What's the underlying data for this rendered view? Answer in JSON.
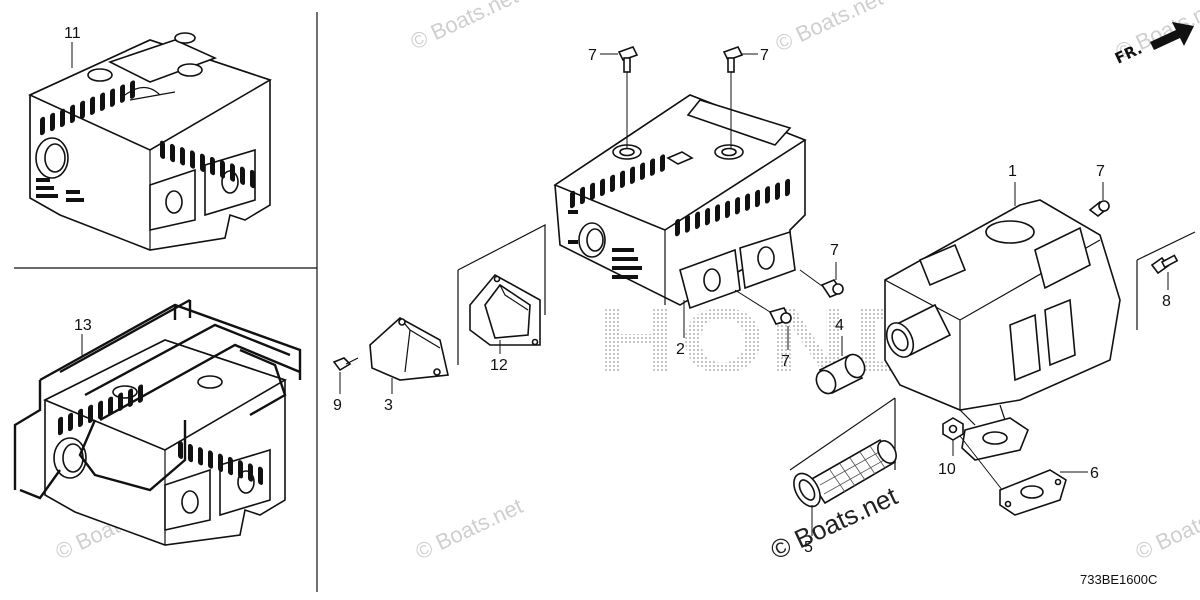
{
  "callouts": {
    "c11": "11",
    "c13": "13",
    "c9": "9",
    "c3": "3",
    "c12": "12",
    "c2": "2",
    "c7a": "7",
    "c7b": "7",
    "c7c": "7",
    "c7d": "7",
    "c7e": "7",
    "c4": "4",
    "c1": "1",
    "c8": "8",
    "c10": "10",
    "c6": "6",
    "c5": "5"
  },
  "direction_marker": "FR.",
  "diagram_code": "733BE1600C",
  "brand_watermark": "HONDA",
  "watermarks": {
    "main": "© Boats.net",
    "faint": "© Boats.net"
  }
}
